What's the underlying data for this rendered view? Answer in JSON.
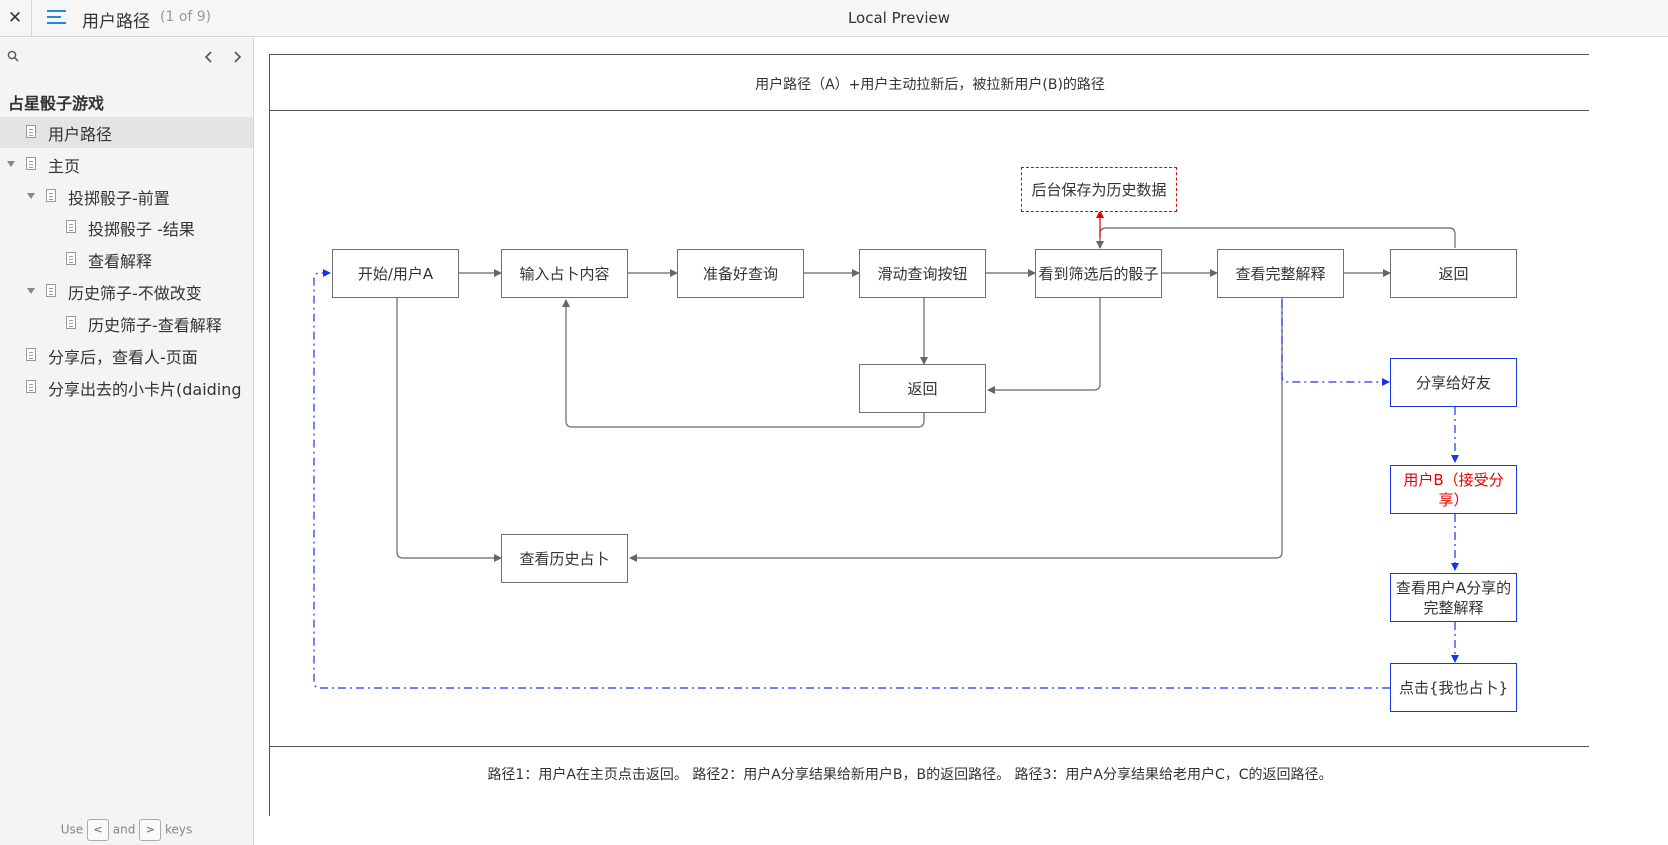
{
  "topbar": {
    "page_title": "用户路径",
    "page_count": "(1 of 9)",
    "app_title": "Local Preview"
  },
  "sidebar": {
    "project": "占星骰子游戏",
    "items": [
      {
        "label": "用户路径",
        "active": true
      },
      {
        "label": "主页"
      },
      {
        "label": "投掷骰子-前置"
      },
      {
        "label": "投掷骰子 -结果"
      },
      {
        "label": "查看解释"
      },
      {
        "label": "历史筛子-不做改变"
      },
      {
        "label": "历史筛子-查看解释"
      },
      {
        "label": "分享后，查看人-页面"
      },
      {
        "label": "分享出去的小卡片(daiding"
      }
    ],
    "hint": {
      "use": "Use",
      "key_prev": "<",
      "and": "and",
      "key_next": ">",
      "keys": "keys"
    }
  },
  "diagram": {
    "header": "用户路径（A）+用户主动拉新后，被拉新用户(B)的路径",
    "footer": "路径1：用户A在主页点击返回。 路径2：用户A分享结果给新用户B，B的返回路径。 路径3：用户A分享结果给老用户C，C的返回路径。",
    "nodes": {
      "start": "开始/用户A",
      "input": "输入占卜内容",
      "ready": "准备好查询",
      "slide": "滑动查询按钮",
      "see_dice": "看到筛选后的骰子",
      "full": "查看完整解释",
      "back_right": "返回",
      "save": "后台保存为历史数据",
      "back_mid": "返回",
      "share": "分享给好友",
      "user_b": "用户B（接受分享）",
      "view_a": "查看用户A分享的完整解释",
      "click": "点击{我也占卜}",
      "history": "查看历史占卜"
    },
    "colors": {
      "line": "#666666",
      "blue": "#1737e6",
      "red": "#e60000"
    }
  }
}
